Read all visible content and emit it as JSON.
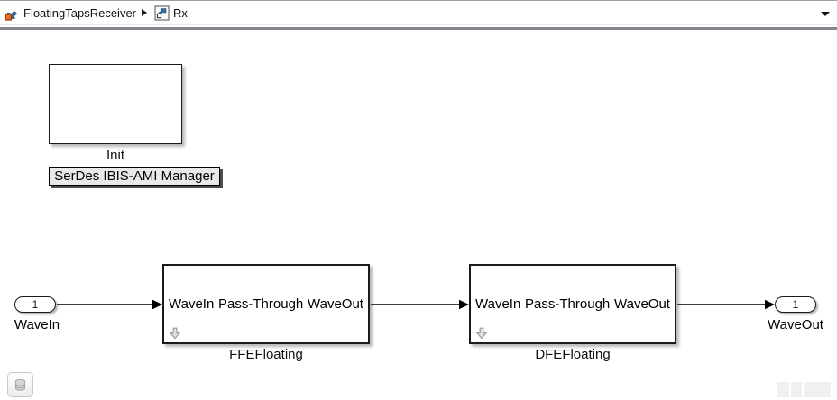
{
  "breadcrumb": {
    "items": [
      {
        "label": "FloatingTapsReceiver",
        "icon": "simulink-model-icon"
      },
      {
        "label": "Rx",
        "icon": "subsystem-badge-icon"
      }
    ],
    "separator_icon": "caret-right-icon",
    "dropdown_icon": "caret-down-icon"
  },
  "diagram": {
    "init_block": {
      "label": "Init"
    },
    "manager_button": {
      "label": "SerDes IBIS-AMI Manager"
    },
    "blocks": [
      {
        "name": "FFEFloating",
        "in_port": "WaveIn",
        "display_text": "Pass-Through",
        "out_port": "WaveOut",
        "variant_icon": "variant-down-arrow-icon"
      },
      {
        "name": "DFEFloating",
        "in_port": "WaveIn",
        "display_text": "Pass-Through",
        "out_port": "WaveOut",
        "variant_icon": "variant-down-arrow-icon"
      }
    ],
    "inport": {
      "number": "1",
      "label": "WaveIn"
    },
    "outport": {
      "number": "1",
      "label": "WaveOut"
    }
  },
  "statusbar": {
    "data_browser_icon": "database-icon"
  },
  "colors": {
    "splitter_band": "#83888e",
    "block_border": "#1a1a1a",
    "manager_button_fill": "#e9e9e9",
    "icon_blue": "#3a6cb0",
    "icon_orange": "#e8701a",
    "wire": "#000000"
  }
}
